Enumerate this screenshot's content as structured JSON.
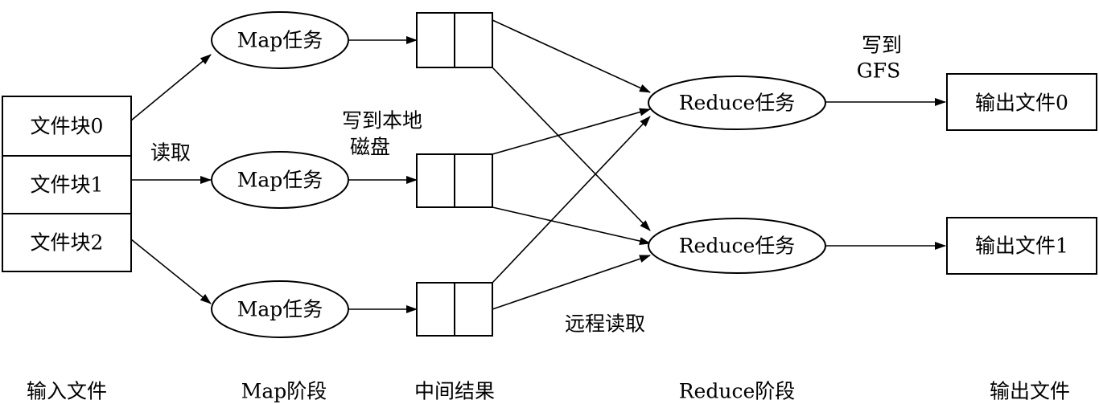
{
  "input_files": {
    "blocks": [
      "文件块0",
      "文件块1",
      "文件块2"
    ],
    "column_label": "输入文件"
  },
  "read_label": "读取",
  "map": {
    "tasks": [
      "Map任务",
      "Map任务",
      "Map任务"
    ],
    "column_label": "Map阶段"
  },
  "write_local_label": [
    "写到本地",
    "磁盘"
  ],
  "intermediate": {
    "column_label": "中间结果"
  },
  "remote_read_label": "远程读取",
  "reduce": {
    "tasks": [
      "Reduce任务",
      "Reduce任务"
    ],
    "column_label": "Reduce阶段"
  },
  "write_gfs_label": [
    "写到",
    "GFS"
  ],
  "output": {
    "files": [
      "输出文件0",
      "输出文件1"
    ],
    "column_label": "输出文件"
  }
}
